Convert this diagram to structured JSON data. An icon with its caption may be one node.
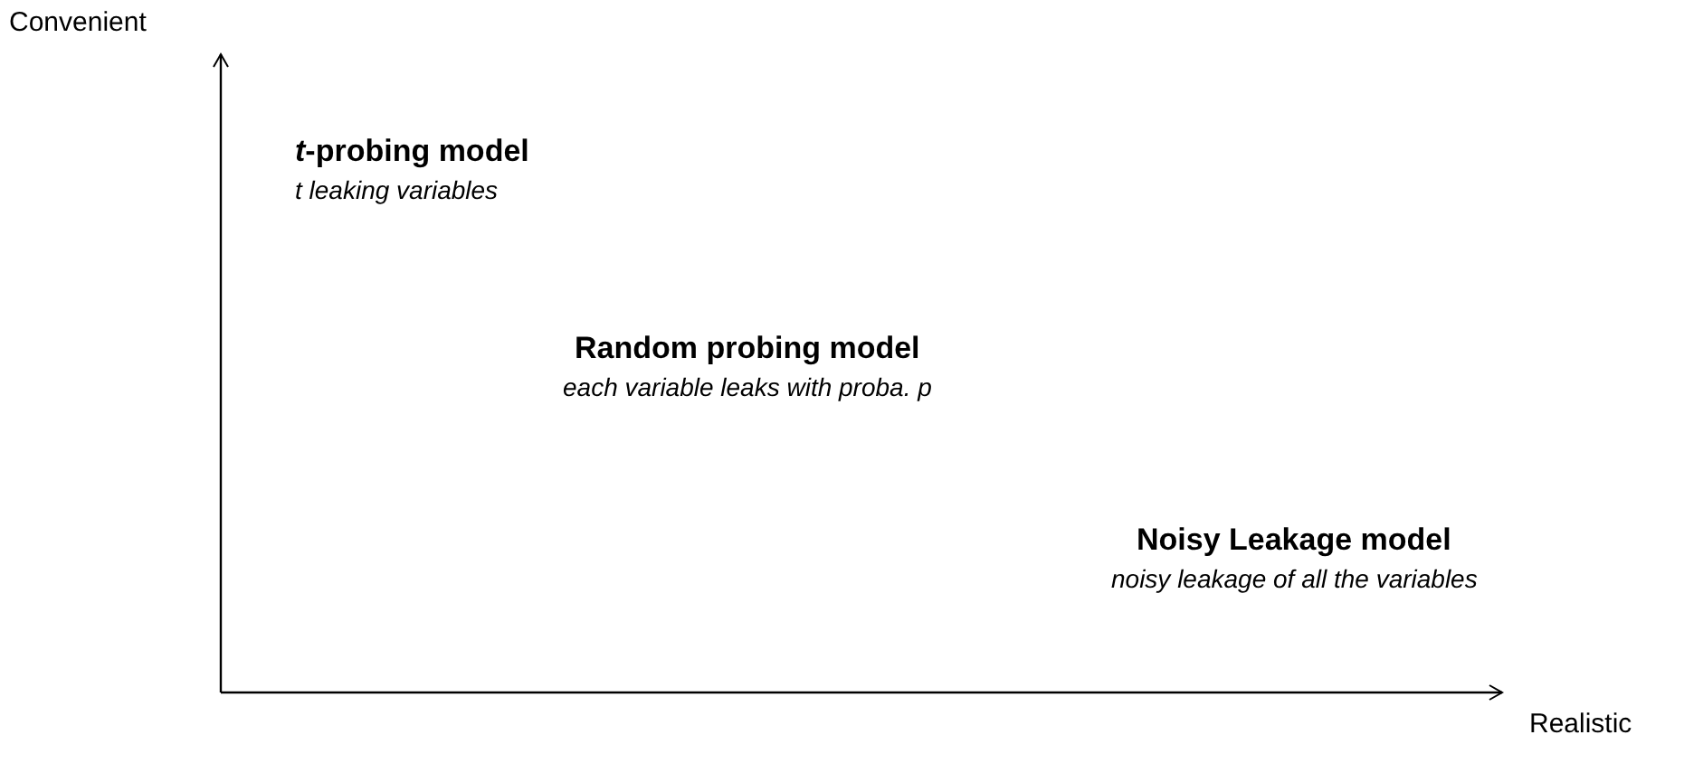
{
  "diagram": {
    "labels": [
      "Convenient",
      "*t*-probing model",
      "t leaking variables",
      "Random probing model",
      "each variable leaks with proba. p",
      "Noisy Leakage model",
      "noisy leakage of all the variables",
      "Realistic"
    ]
  }
}
